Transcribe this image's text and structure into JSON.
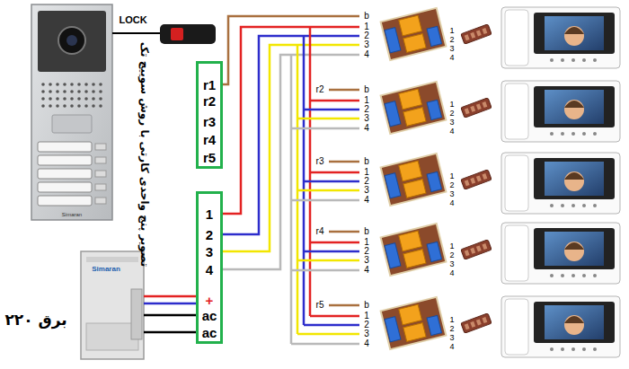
{
  "diagram": {
    "nodes": [
      {
        "text": [
          "r1",
          "r2",
          "r3",
          "r4",
          "r5"
        ]
      },
      {
        "text": [
          "1",
          "2",
          "3",
          "4",
          "+",
          "ac",
          "ac"
        ]
      }
    ],
    "labels": [
      "LOCK",
      "تصویر پنج واحدی کارتی با روش سوییچ تک",
      "Simaran",
      "Simaran",
      "برق ۲۲۰",
      "b",
      "1",
      "2",
      "3",
      "4",
      "1",
      "2",
      "3",
      "4",
      "r2",
      "b",
      "1",
      "2",
      "3",
      "4",
      "1",
      "2",
      "3",
      "4",
      "r3",
      "b",
      "1",
      "2",
      "3",
      "4",
      "1",
      "2",
      "3",
      "4",
      "r4",
      "b",
      "1",
      "2",
      "3",
      "4",
      "1",
      "2",
      "3",
      "4",
      "r5",
      "b",
      "1",
      "2",
      "3",
      "4",
      "1",
      "2",
      "3",
      "4"
    ]
  }
}
